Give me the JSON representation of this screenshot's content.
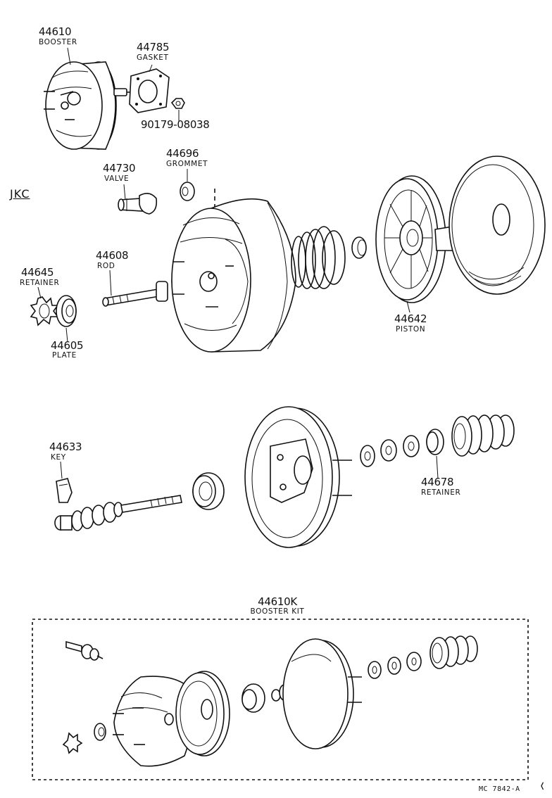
{
  "variant": "JKC",
  "parts": {
    "booster": {
      "number": "44610",
      "name": "BOOSTER"
    },
    "gasket": {
      "number": "44785",
      "name": "GASKET"
    },
    "nut": {
      "number": "90179-08038"
    },
    "grommet": {
      "number": "44696",
      "name": "GROMMET"
    },
    "valve": {
      "number": "44730",
      "name": "VALVE"
    },
    "rod": {
      "number": "44608",
      "name": "ROD"
    },
    "retainer_front": {
      "number": "44645",
      "name": "RETAINER"
    },
    "plate": {
      "number": "44605",
      "name": "PLATE"
    },
    "piston": {
      "number": "44642",
      "name": "PISTON"
    },
    "key": {
      "number": "44633",
      "name": "KEY"
    },
    "retainer_rear": {
      "number": "44678",
      "name": "RETAINER"
    },
    "booster_kit": {
      "number": "44610K",
      "name": "BOOSTER KIT"
    }
  },
  "footer_code": "MC 7842-A",
  "edge_mark": "❬"
}
